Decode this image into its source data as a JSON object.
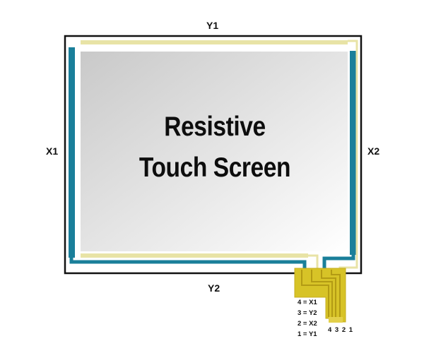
{
  "edge_labels": {
    "top": "Y1",
    "bottom": "Y2",
    "left": "X1",
    "right": "X2"
  },
  "screen_title": {
    "line1": "Resistive",
    "line2": "Touch Screen"
  },
  "pin_legend": [
    "4 = X1",
    "3 = Y2",
    "2 = X2",
    "1 = Y1"
  ],
  "connector_pins": "4 3 2 1",
  "colors": {
    "frame": "#111111",
    "x_electrode": "#1a7f9a",
    "y_electrode": "#e8e3a6",
    "flex_cable": "#d7c327",
    "screen_gradient_start": "#c9c9c9",
    "screen_gradient_end": "#ffffff"
  }
}
